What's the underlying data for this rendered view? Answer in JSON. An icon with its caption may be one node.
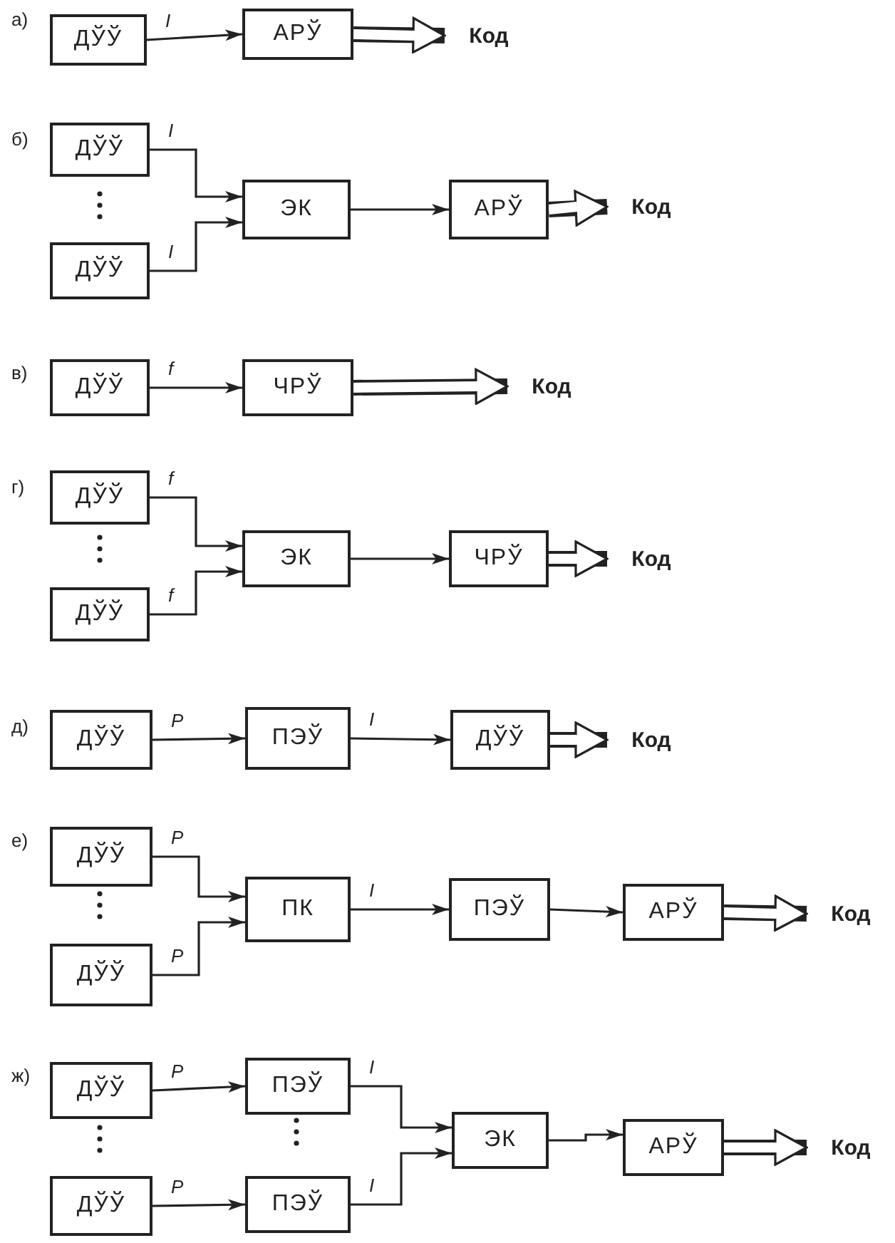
{
  "diagram": {
    "nodes": [
      {
        "text": [
          "ДЎЎ"
        ]
      },
      {
        "text": [
          "АРЎ"
        ]
      },
      {
        "text": [
          "Код"
        ]
      },
      {
        "text": [
          "ДЎЎ"
        ]
      },
      {
        "text": [
          "ЭК"
        ]
      },
      {
        "text": [
          "АРЎ"
        ]
      },
      {
        "text": [
          "Код"
        ]
      },
      {
        "text": [
          "ДЎЎ"
        ]
      },
      {
        "text": [
          "ДЎЎ"
        ]
      },
      {
        "text": [
          "ЧРЎ"
        ]
      },
      {
        "text": [
          "Код"
        ]
      },
      {
        "text": [
          "ДЎЎ"
        ]
      },
      {
        "text": [
          "ЭК"
        ]
      },
      {
        "text": [
          "ЧРЎ"
        ]
      },
      {
        "text": [
          "Код"
        ]
      },
      {
        "text": [
          "ДЎЎ"
        ]
      },
      {
        "text": [
          "ДЎЎ"
        ]
      },
      {
        "text": [
          "ПЭЎ"
        ]
      },
      {
        "text": [
          "ДЎЎ"
        ]
      },
      {
        "text": [
          "Код"
        ]
      },
      {
        "text": [
          "ДЎЎ"
        ]
      },
      {
        "text": [
          "ПК"
        ]
      },
      {
        "text": [
          "ПЭЎ"
        ]
      },
      {
        "text": [
          "АРЎ"
        ]
      },
      {
        "text": [
          "Код"
        ]
      },
      {
        "text": [
          "ДЎЎ"
        ]
      },
      {
        "text": [
          "ДЎЎ"
        ]
      },
      {
        "text": [
          "ПЭЎ"
        ]
      },
      {
        "text": [
          "ЭК"
        ]
      },
      {
        "text": [
          "АРЎ"
        ]
      },
      {
        "text": [
          "Код"
        ]
      },
      {
        "text": [
          "ДЎЎ"
        ]
      },
      {
        "text": [
          "ПЭЎ"
        ]
      }
    ],
    "edges": [
      {
        "from": 0,
        "to": 1,
        "arrow": "to",
        "label": "I"
      },
      {
        "from": 1,
        "to": 2,
        "arrow": "to",
        "style": "thick"
      },
      {
        "from": 3,
        "to": 4,
        "arrow": "to",
        "label": "I"
      },
      {
        "from": 7,
        "to": 4,
        "arrow": "to",
        "label": "I"
      },
      {
        "from": 4,
        "to": 5,
        "arrow": "to"
      },
      {
        "from": 5,
        "to": 6,
        "arrow": "to",
        "style": "thick"
      },
      {
        "from": 8,
        "to": 9,
        "arrow": "to",
        "label": "f"
      },
      {
        "from": 9,
        "to": 10,
        "arrow": "to",
        "style": "thick"
      },
      {
        "from": 11,
        "to": 12,
        "arrow": "to",
        "label": "f"
      },
      {
        "from": 15,
        "to": 12,
        "arrow": "to",
        "label": "f"
      },
      {
        "from": 12,
        "to": 13,
        "arrow": "to"
      },
      {
        "from": 13,
        "to": 14,
        "arrow": "to",
        "style": "thick"
      },
      {
        "from": 16,
        "to": 17,
        "arrow": "to",
        "label": "P"
      },
      {
        "from": 17,
        "to": 18,
        "arrow": "to",
        "label": "I"
      },
      {
        "from": 18,
        "to": 19,
        "arrow": "to",
        "style": "thick"
      },
      {
        "from": 20,
        "to": 21,
        "arrow": "to",
        "label": "P"
      },
      {
        "from": 25,
        "to": 21,
        "arrow": "to",
        "label": "P"
      },
      {
        "from": 21,
        "to": 22,
        "arrow": "to",
        "label": "I"
      },
      {
        "from": 22,
        "to": 23,
        "arrow": "to"
      },
      {
        "from": 23,
        "to": 24,
        "arrow": "to",
        "style": "thick"
      },
      {
        "from": 26,
        "to": 27,
        "arrow": "to",
        "label": "P"
      },
      {
        "from": 31,
        "to": 32,
        "arrow": "to",
        "label": "P"
      },
      {
        "from": 27,
        "to": 28,
        "arrow": "to",
        "label": "I"
      },
      {
        "from": 32,
        "to": 28,
        "arrow": "to",
        "label": "I"
      },
      {
        "from": 28,
        "to": 29,
        "arrow": "to"
      },
      {
        "from": 29,
        "to": 30,
        "arrow": "to",
        "style": "thick"
      }
    ],
    "labels": [
      "а)",
      "б)",
      "в)",
      "г)",
      "д)",
      "е)",
      "ж)"
    ]
  }
}
